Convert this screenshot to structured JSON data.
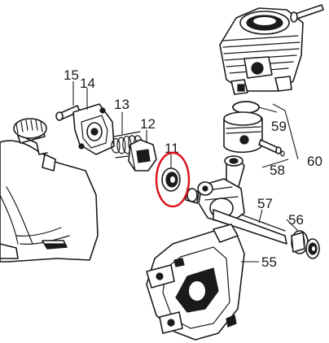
{
  "diagram": {
    "callouts": [
      {
        "key": "p15",
        "label": "15"
      },
      {
        "key": "p14",
        "label": "14"
      },
      {
        "key": "p13",
        "label": "13"
      },
      {
        "key": "p12",
        "label": "12"
      },
      {
        "key": "p11",
        "label": "11"
      },
      {
        "key": "p59",
        "label": "59"
      },
      {
        "key": "p60",
        "label": "60"
      },
      {
        "key": "p58",
        "label": "58"
      },
      {
        "key": "p57",
        "label": "57"
      },
      {
        "key": "p56",
        "label": "56"
      },
      {
        "key": "p55",
        "label": "55"
      }
    ],
    "highlight": {
      "target": "11",
      "color": "#d9111b"
    },
    "colors": {
      "ink": "#1a1a1a",
      "background": "#ffffff"
    }
  }
}
